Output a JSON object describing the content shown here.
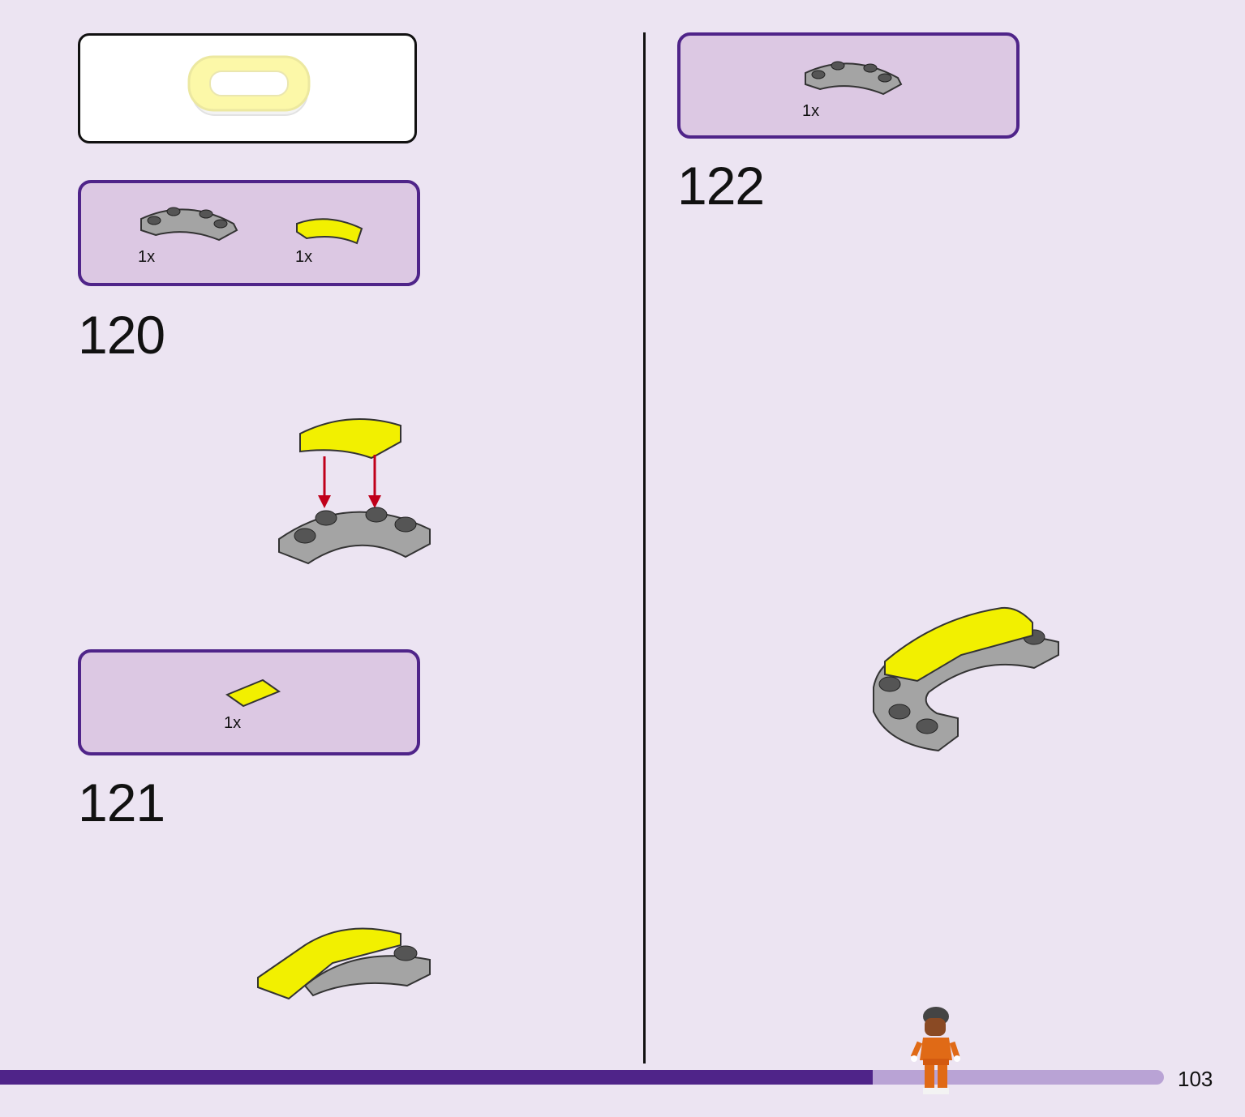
{
  "steps": [
    {
      "number": "120",
      "parts": [
        {
          "qty": "1x",
          "part": "gray-curved-plate"
        },
        {
          "qty": "1x",
          "part": "yellow-curved-tile"
        }
      ]
    },
    {
      "number": "121",
      "parts": [
        {
          "qty": "1x",
          "part": "yellow-flat-tile"
        }
      ]
    },
    {
      "number": "122",
      "parts": [
        {
          "qty": "1x",
          "part": "gray-curved-plate"
        }
      ]
    }
  ],
  "footer": {
    "page_number": "103",
    "progress": 0.75
  },
  "colors": {
    "accent": "#4f2489",
    "panel": "#dcc8e3",
    "background": "#ece4f2",
    "brick_yellow": "#f2f000",
    "brick_gray": "#a4a4a4"
  }
}
